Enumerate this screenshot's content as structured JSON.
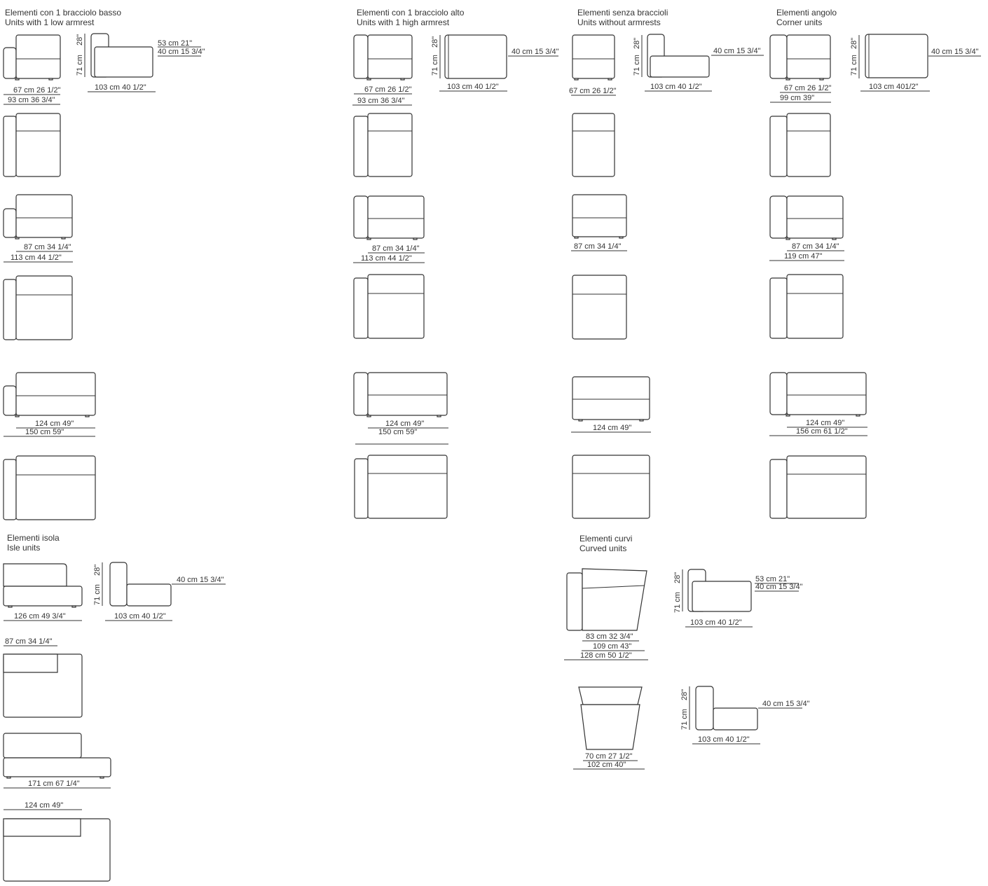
{
  "sections": {
    "low_armrest": {
      "title_it": "Elementi con 1 bracciolo basso",
      "title_en": "Units with 1 low armrest"
    },
    "high_armrest": {
      "title_it": "Elementi con 1 bracciolo alto",
      "title_en": "Units with 1 high armrest"
    },
    "no_armrests": {
      "title_it": "Elementi senza braccioli",
      "title_en": "Units without armrests"
    },
    "corner": {
      "title_it": "Elementi angolo",
      "title_en": "Corner units"
    },
    "isle": {
      "title_it": "Elementi isola",
      "title_en": "Isle units"
    },
    "curved": {
      "title_it": "Elementi curvi",
      "title_en": "Curved units"
    }
  },
  "dims": {
    "low": {
      "w67": "67 cm   26 1/2\"",
      "w93": "93 cm   36 3/4\"",
      "h71": "71 cm",
      "h28": "28\"",
      "s53": "53 cm   21\"",
      "s40": "40 cm   15 3/4\"",
      "d103": "103 cm   40 1/2\"",
      "w87": "87 cm   34 1/4\"",
      "w113": "113 cm   44 1/2\"",
      "w124": "124 cm   49\"",
      "w150": "150 cm   59\""
    },
    "high": {
      "w67": "67 cm   26 1/2\"",
      "w93": "93 cm   36 3/4\"",
      "h71": "71 cm",
      "h28": "28\"",
      "s40": "40 cm 15 3/4\"",
      "d103": "103 cm   40 1/2\"",
      "w87": "87 cm   34 1/4\"",
      "w113": "113 cm   44 1/2\"",
      "w124": "124 cm   49\"",
      "w150": "150 cm   59\""
    },
    "none": {
      "w67": "67 cm  26 1/2\"",
      "h71": "71 cm",
      "h28": "28\"",
      "s40": "40 cm 15 3/4\"",
      "d103": "103 cm  40 1/2\"",
      "w87": "87 cm   34 1/4\"",
      "w124": "124 cm   49\""
    },
    "corner": {
      "w67": "67 cm   26 1/2\"",
      "w99": "99 cm   39\"",
      "h71": "71 cm",
      "h28": "28\"",
      "s40": "40 cm 15 3/4\"",
      "d103": "103 cm   401/2\"",
      "w87": "87 cm   34 1/4\"",
      "w119": "119 cm   47\"",
      "w124": "124 cm   49\"",
      "w156": "156 cm   61 1/2\""
    },
    "isle": {
      "w126": "126 cm   49 3/4\"",
      "h71": "71 cm",
      "h28": "28\"",
      "s40": "40 cm 15 3/4\"",
      "d103": "103 cm   40 1/2\"",
      "w87": "87 cm   34 1/4\"",
      "w171": "171 cm   67 1/4\"",
      "w124": "124 cm   49\""
    },
    "curved": {
      "w83": "83 cm    32 3/4\"",
      "w109": "109 cm   43\"",
      "w128": "128 cm   50 1/2\"",
      "h71": "71 cm",
      "h28": "28\"",
      "s53": "53 cm   21\"",
      "s40": "40 cm  15 3/4\"",
      "d103": "103 cm   40 1/2\"",
      "h71b": "71 cm",
      "h28b": "28\"",
      "s40b": "40 cm   15 3/4\"",
      "d103b": "103 cm   40 1/2\"",
      "w70": "70 cm   27 1/2\"",
      "w102": "102 cm   40\""
    }
  }
}
